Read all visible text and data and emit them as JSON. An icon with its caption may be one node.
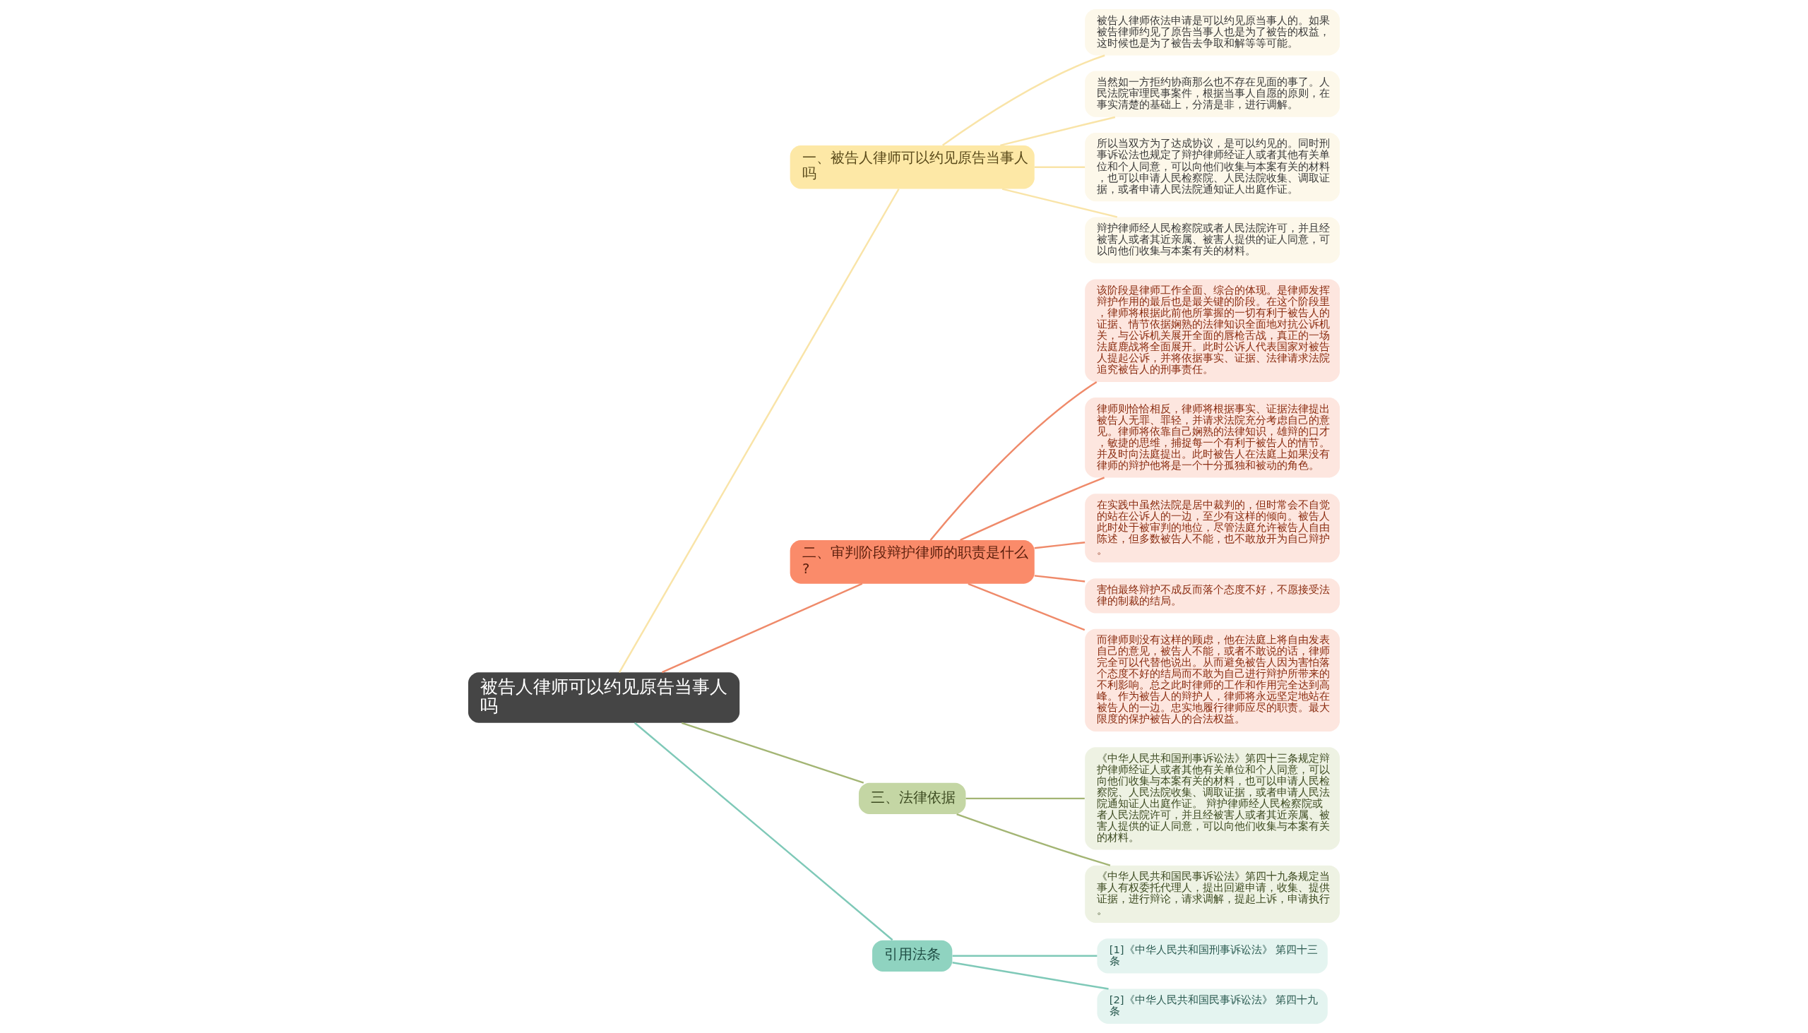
{
  "diagram": {
    "nodes": [
      {
        "text": [
          "被告人律师可以约见原告当事人吗"
        ]
      },
      {
        "text": [
          "一、被告人律师可以约见原告当事人吗"
        ]
      },
      {
        "text": [
          "被告人律师依法申请是可以约见原当事人的。如果被告律师约见了原告当事人也是为了被告的权益，这时候也是为了被告去争取和解等等可能。"
        ]
      },
      {
        "text": [
          "当然如一方拒约协商那么也不存在见面的事了。人民法院审理民事案件，根据当事人自愿的原则，在事实清楚的基础上，分清是非，进行调解。"
        ]
      },
      {
        "text": [
          "所以当双方为了达成协议，是可以约见的。同时刑事诉讼法也规定了辩护律师经证人或者其他有关单位和个人同意，可以向他们收集与本案有关的材料，也可以申请人民检察院、人民法院收集、调取证据，或者申请人民法院通知证人出庭作证。"
        ]
      },
      {
        "text": [
          "辩护律师经人民检察院或者人民法院许可，并且经被害人或者其近亲属、被害人提供的证人同意，可以向他们收集与本案有关的材料。"
        ]
      },
      {
        "text": [
          "二、审判阶段辩护律师的职责是什么?"
        ]
      },
      {
        "text": [
          "该阶段是律师工作全面、综合的体现。是律师发挥辩护作用的最后也是最关键的阶段。在这个阶段里，律师将根据此前他所掌握的一切有利于被告人的证据、情节依据娴熟的法律知识全面地对抗公诉机关，与公诉机关展开全面的唇枪舌战，真正的一场法庭鹿战将全面展开。此时公诉人代表国家对被告人提起公诉，并将依据事实、证据、法律请求法院追究被告人的刑事责任。"
        ]
      },
      {
        "text": [
          "律师则恰恰相反，律师将根据事实、证据法律提出被告人无罪、罪轻，并请求法院充分考虑自己的意见。律师将依靠自己娴熟的法律知识，雄辩的口才，敏捷的思维，捕捉每一个有利于被告人的情节。并及时向法庭提出。此时被告人在法庭上如果没有律师的辩护他将是一个十分孤独和被动的角色。"
        ]
      },
      {
        "text": [
          "在实践中虽然法院是居中裁判的，但时常会不自觉的站在公诉人的一边，至少有这样的倾向。被告人此时处于被审判的地位，尽管法庭允许被告人自由陈述，但多数被告人不能，也不敢放开为自己辩护。"
        ]
      },
      {
        "text": [
          "害怕最终辩护不成反而落个态度不好，不愿接受法律的制裁的结局。"
        ]
      },
      {
        "text": [
          "而律师则没有这样的顾虑，他在法庭上将自由发表自己的意见，被告人不能，或者不敢说的话，律师完全可以代替他说出。从而避免被告人因为害怕落个态度不好的结局而不敢为自己进行辩护所带来的不利影响。总之此时律师的工作和作用完全达到高峰。作为被告人的辩护人，律师将永远坚定地站在被告人的一边。忠实地履行律师应尽的职责。最大限度的保护被告人的合法权益。"
        ]
      },
      {
        "text": [
          "三、法律依据"
        ]
      },
      {
        "text": [
          "《中华人民共和国刑事诉讼法》第四十三条规定辩护律师经证人或者其他有关单位和个人同意，可以向他们收集与本案有关的材料，也可以申请人民检察院、人民法院收集、调取证据，或者申请人民法院通知证人出庭作证。 辩护律师经人民检察院或者人民法院许可，并且经被害人或者其近亲属、被害人提供的证人同意，可以向他们收集与本案有关的材料。"
        ]
      },
      {
        "text": [
          "《中华人民共和国民事诉讼法》第四十九条规定当事人有权委托代理人，提出回避申请，收集、提供证据，进行辩论，请求调解，提起上诉，申请执行。"
        ]
      },
      {
        "text": [
          "引用法条"
        ]
      },
      {
        "text": [
          "[1]《中华人民共和国刑事诉讼法》 第四十三条"
        ]
      },
      {
        "text": [
          "[2]《中华人民共和国民事诉讼法》 第四十九条"
        ]
      }
    ],
    "edges": [
      {
        "from": 0,
        "to": 1,
        "arrow": "none",
        "color": "#f9e4a8"
      },
      {
        "from": 1,
        "to": 2,
        "arrow": "none",
        "color": "#f9e4a8"
      },
      {
        "from": 1,
        "to": 3,
        "arrow": "none",
        "color": "#f9e4a8"
      },
      {
        "from": 1,
        "to": 4,
        "arrow": "none",
        "color": "#f9e4a8"
      },
      {
        "from": 1,
        "to": 5,
        "arrow": "none",
        "color": "#f9e4a8"
      },
      {
        "from": 0,
        "to": 6,
        "arrow": "none",
        "color": "#ef8a6a"
      },
      {
        "from": 6,
        "to": 7,
        "arrow": "none",
        "color": "#ef8a6a"
      },
      {
        "from": 6,
        "to": 8,
        "arrow": "none",
        "color": "#ef8a6a"
      },
      {
        "from": 6,
        "to": 9,
        "arrow": "none",
        "color": "#ef8a6a"
      },
      {
        "from": 6,
        "to": 10,
        "arrow": "none",
        "color": "#ef8a6a"
      },
      {
        "from": 6,
        "to": 11,
        "arrow": "none",
        "color": "#ef8a6a"
      },
      {
        "from": 0,
        "to": 12,
        "arrow": "none",
        "color": "#a3b574"
      },
      {
        "from": 12,
        "to": 13,
        "arrow": "none",
        "color": "#a3b574"
      },
      {
        "from": 12,
        "to": 14,
        "arrow": "none",
        "color": "#a3b574"
      },
      {
        "from": 0,
        "to": 15,
        "arrow": "none",
        "color": "#7fc9b8"
      },
      {
        "from": 15,
        "to": 16,
        "arrow": "none",
        "color": "#7fc9b8"
      },
      {
        "from": 15,
        "to": 17,
        "arrow": "none",
        "color": "#7fc9b8"
      }
    ]
  }
}
